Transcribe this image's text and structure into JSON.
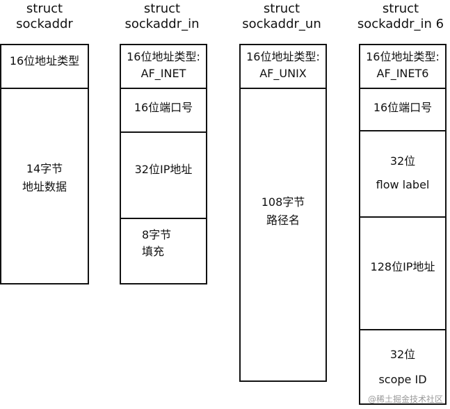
{
  "structs": [
    {
      "title_line1": "struct",
      "title_line2": "sockaddr",
      "fields": [
        {
          "lines": [
            "16位地址类型"
          ]
        },
        {
          "lines": [
            "14字节",
            "地址数据"
          ]
        }
      ]
    },
    {
      "title_line1": "struct",
      "title_line2": "sockaddr_in",
      "fields": [
        {
          "lines": [
            "16位地址类型:",
            "AF_INET"
          ]
        },
        {
          "lines": [
            "16位端口号"
          ]
        },
        {
          "lines": [
            "32位IP地址"
          ]
        },
        {
          "lines": [
            "8字节",
            "填充"
          ]
        }
      ]
    },
    {
      "title_line1": "struct",
      "title_line2": "sockaddr_un",
      "fields": [
        {
          "lines": [
            "16位地址类型:",
            "AF_UNIX"
          ]
        },
        {
          "lines": [
            "108字节",
            "路径名"
          ]
        }
      ]
    },
    {
      "title_line1": "struct",
      "title_line2": "sockaddr_in 6",
      "fields": [
        {
          "lines": [
            "16位地址类型:",
            "AF_INET6"
          ]
        },
        {
          "lines": [
            "16位端口号"
          ]
        },
        {
          "lines": [
            "32位",
            "flow label"
          ]
        },
        {
          "lines": [
            "128位IP地址"
          ]
        },
        {
          "lines": [
            "32位",
            "scope ID"
          ]
        }
      ]
    }
  ],
  "watermark": "@稀土掘金技术社区"
}
